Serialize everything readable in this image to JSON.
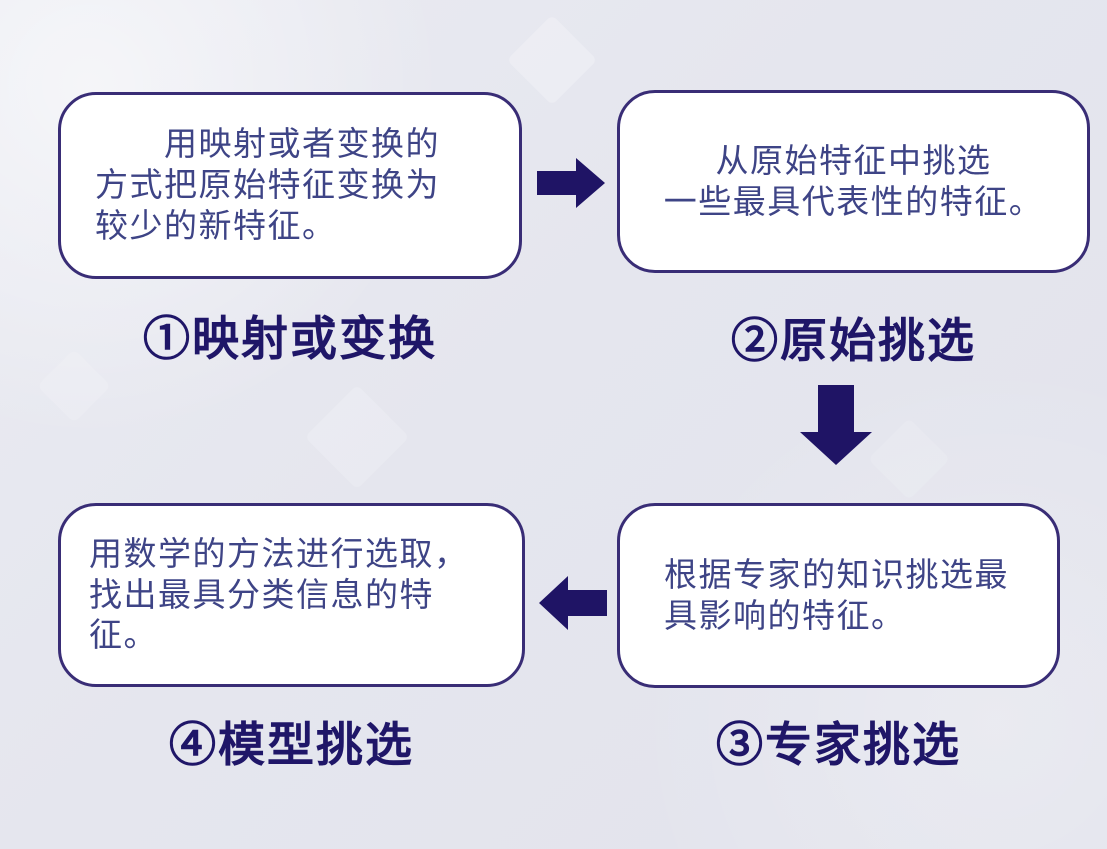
{
  "diagram": {
    "colors": {
      "background": "#e5e6ee",
      "box_fill": "#ffffff",
      "box_border": "#392d76",
      "body_text": "#3e4486",
      "label_text": "#1f1668",
      "arrow": "#1f1465"
    },
    "steps": [
      {
        "label": "①映射或变换",
        "description": "　　用映射或者变换的\n方式把原始特征变换为\n较少的新特征。"
      },
      {
        "label": "②原始挑选",
        "description": "从原始特征中挑选\n一些最具代表性的特征。"
      },
      {
        "label": "③专家挑选",
        "description": "根据专家的知识挑选最\n具影响的特征。"
      },
      {
        "label": "④模型挑选",
        "description": "用数学的方法进行选取，\n找出最具分类信息的特\n征。"
      }
    ],
    "arrows": [
      {
        "name": "arrow-step1-to-step2",
        "direction": "right"
      },
      {
        "name": "arrow-step2-to-step3",
        "direction": "down"
      },
      {
        "name": "arrow-step3-to-step4",
        "direction": "left"
      }
    ]
  }
}
